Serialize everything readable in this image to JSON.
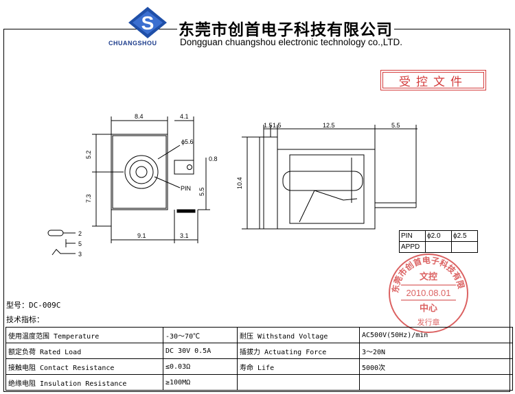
{
  "header": {
    "company_cn": "东莞市创首电子科技有限公司",
    "company_en": "Dongguan chuangshou electronic technology co.,LTD.",
    "brand": "CHUANGSHOU",
    "logo_letter": "S"
  },
  "controlled_stamp": "受控文件",
  "drawing": {
    "front_dims": [
      "8.4",
      "4.1",
      "ϕ5.6",
      "0.8",
      "5.2",
      "7.3",
      "PIN",
      "5.5",
      "9.1",
      "3.1"
    ],
    "side_dims": [
      "1.5",
      "1.5",
      "12.5",
      "5.5",
      "10.4"
    ],
    "pin_symbols": [
      "2",
      "5",
      "3"
    ]
  },
  "pin_table": {
    "row1": [
      "PIN",
      "ϕ2.0",
      "ϕ2.5"
    ],
    "row2": [
      "APPD",
      "",
      ""
    ]
  },
  "round_stamp": {
    "ring_text": "东莞市创首电子科技有限公司",
    "center_top": "文控",
    "date": "2010.08.01",
    "center_bottom": "中心",
    "bottom_text": "发行章"
  },
  "model_line": "型号：DC-009C",
  "specs_title": "技术指标：",
  "specs": [
    [
      "使用温度范围 Temperature",
      "-30～70℃",
      "耐压 Withstand Voltage",
      "AC500V(50Hz)/min"
    ],
    [
      "额定负荷 Rated Load",
      "DC 30V 0.5A",
      "插拔力 Actuating Force",
      "3～20N"
    ],
    [
      "接触电阻 Contact Resistance",
      "≤0.03Ω",
      "寿命 Life",
      "5000次"
    ],
    [
      "绝缘电阻 Insulation Resistance",
      "≥100MΩ",
      "",
      ""
    ]
  ],
  "colors": {
    "brand_blue": "#1c3c8c",
    "logo_blue": "#1f4fa8",
    "stamp_red": "#d33a3a"
  }
}
